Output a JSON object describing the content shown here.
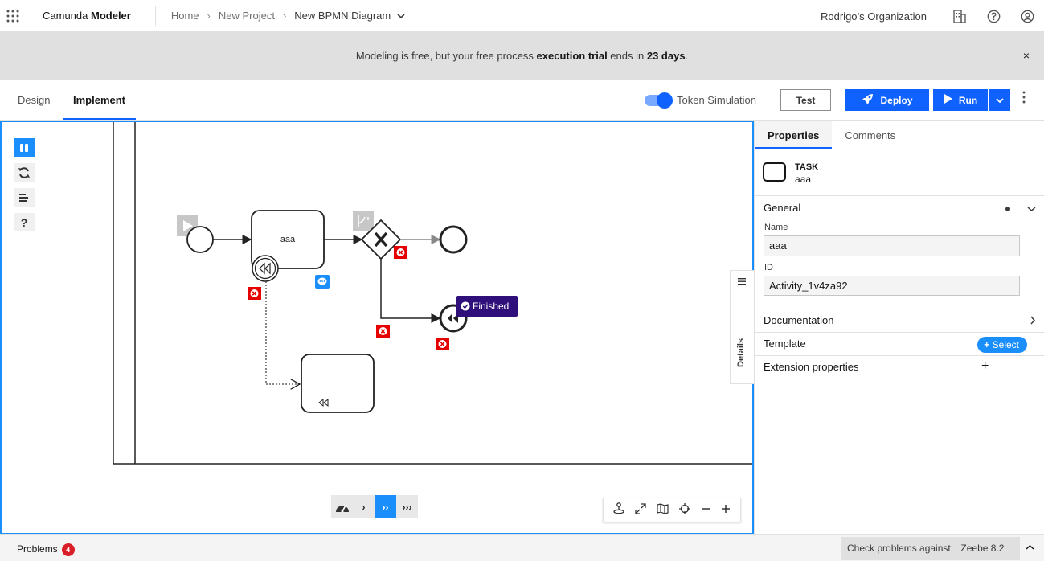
{
  "topbar": {
    "brand_prefix": "Camunda",
    "brand_bold": "Modeler",
    "breadcrumbs": [
      "Home",
      "New Project",
      "New BPMN Diagram"
    ],
    "organization": "Rodrigo’s Organization"
  },
  "banner": {
    "text_before": "Modeling is free, but your free process ",
    "text_bold": "execution trial",
    "text_middle": " ends in ",
    "text_bold2": "23 days",
    "text_after": ".",
    "close": "×"
  },
  "toolbar": {
    "tabs": [
      "Design",
      "Implement"
    ],
    "active_tab": "Implement",
    "token_simulation_label": "Token Simulation",
    "token_simulation_on": true,
    "test_label": "Test",
    "deploy_label": "Deploy",
    "run_label": "Run"
  },
  "canvas": {
    "diagram": {
      "task1_label": "aaa",
      "finished_label": "Finished"
    },
    "left_tools": [
      "pause",
      "reset",
      "log",
      "?"
    ],
    "speed": [
      "›",
      "››",
      "›››"
    ],
    "details_label": "Details"
  },
  "panel": {
    "tabs": [
      "Properties",
      "Comments"
    ],
    "element_type": "TASK",
    "element_name": "aaa",
    "general_label": "General",
    "name_label": "Name",
    "name_value": "aaa",
    "id_label": "ID",
    "id_value": "Activity_1v4za92",
    "documentation_label": "Documentation",
    "template_label": "Template",
    "select_label": "Select",
    "extension_label": "Extension properties"
  },
  "bottombar": {
    "problems_label": "Problems",
    "problems_count": "4",
    "check_label": "Check problems against:",
    "check_value": "Zeebe 8.2"
  },
  "colors": {
    "accent": "#0f62fe",
    "sim_blue": "#1a8ffc",
    "error_red": "#e60000",
    "finished_purple": "#2f0f7a"
  }
}
